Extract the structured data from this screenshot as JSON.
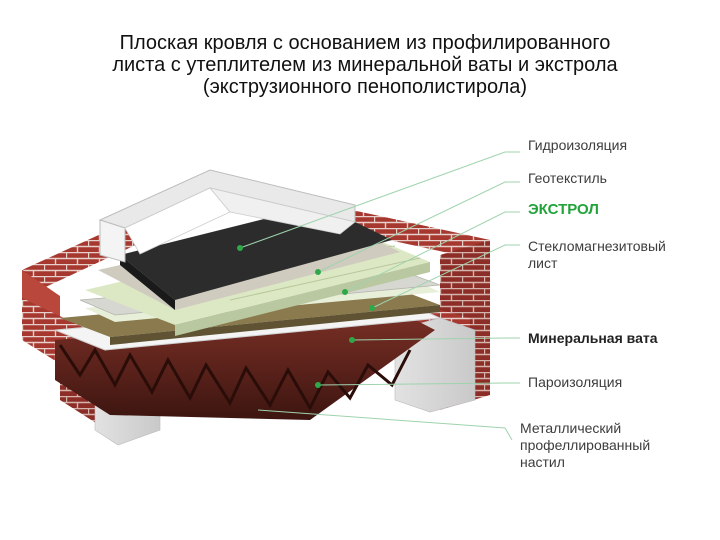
{
  "title": {
    "line1": "Плоская кровля с основанием из профилированного",
    "line2": "листа с утеплителем из минеральной ваты и экстрола",
    "line3": "(экструзионного пенополистирола)"
  },
  "labels": {
    "waterproofing": "Гидроизоляция",
    "geotextile": "Геотекстиль",
    "extrol": "ЭКСТРОЛ",
    "glass_magnesium_line1": "Стекломагнезитовый",
    "glass_magnesium_line2": "лист",
    "mineral_wool": "Минеральная вата",
    "vapor_barrier": "Пароизоляция",
    "deck_line1": "Металлический",
    "deck_line2": "профеллированный",
    "deck_line3": "настил"
  },
  "colors": {
    "accent_green": "#22a33a",
    "leader_line": "#9fd3ad",
    "brick": "#a6382f",
    "membrane": "#2c2c2c",
    "insulation": "#dce8c4",
    "mineral_wool": "#8a7a4e",
    "deck": "#6b2a22"
  }
}
